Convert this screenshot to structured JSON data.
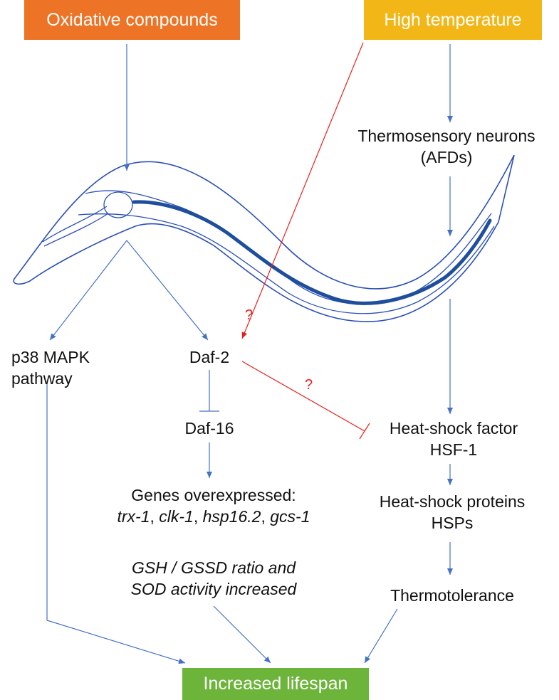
{
  "inputs": {
    "oxidative": {
      "label": "Oxidative compounds",
      "color": "#ed7426"
    },
    "temperature": {
      "label": "High temperature",
      "color": "#f2b716"
    }
  },
  "output": {
    "label": "Increased lifespan",
    "color": "#6db43b"
  },
  "nodes": {
    "thermo_line1": "Thermosensory neurons",
    "thermo_line2": "(AFDs)",
    "p38_line1": "p38 MAPK",
    "p38_line2": "pathway",
    "daf2": "Daf-2",
    "daf16": "Daf-16",
    "genes_title": "Genes overexpressed:",
    "gene1": "trx-1",
    "gene2": "clk-1",
    "gene3": "hsp16.2",
    "gene4": "gcs-1",
    "gene_sep": ", ",
    "gsh_line1": "GSH / GSSD ratio and",
    "gsh_line2": "SOD activity increased",
    "hsf_line1": "Heat-shock factor",
    "hsf_line2": "HSF-1",
    "hsp_line1": "Heat-shock proteins",
    "hsp_line2": "HSPs",
    "thermotolerance": "Thermotolerance"
  },
  "unknown_marker": "?",
  "colors": {
    "arrow": "#4472c4",
    "worm": "#1f4e9c",
    "inhibition": "#e8201c"
  }
}
